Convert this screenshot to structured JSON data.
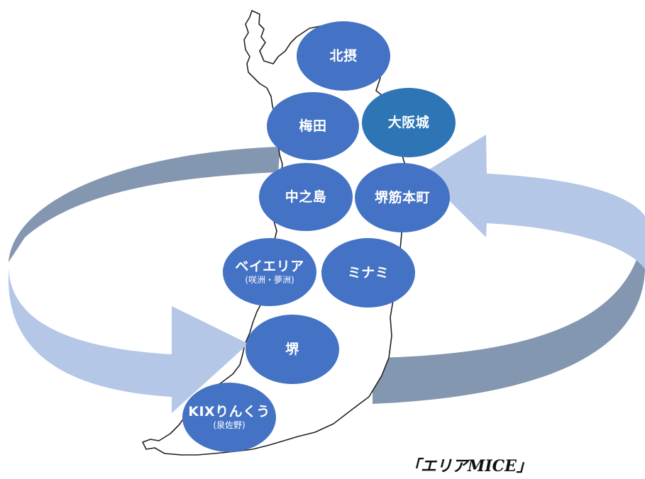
{
  "colors": {
    "bubble_fill": "#4472c4",
    "bubble_highlight": "#2e75b6",
    "arrow_light": "#b4c7e7",
    "arrow_dark": "#8497b0",
    "map_outline": "#222222"
  },
  "areas": {
    "hokusetsu": {
      "label": "北摂"
    },
    "umeda": {
      "label": "梅田"
    },
    "osakajo": {
      "label": "大阪城"
    },
    "nakanoshima": {
      "label": "中之島"
    },
    "sakaisuji": {
      "label": "堺筋本町"
    },
    "bayarea": {
      "label": "ベイエリア",
      "sublabel": "(咲洲・夢洲)"
    },
    "minami": {
      "label": "ミナミ"
    },
    "sakai": {
      "label": "堺"
    },
    "kix": {
      "label": "KIXりんくう",
      "sublabel": "(泉佐野)"
    }
  },
  "caption": "｢エリアMICE｣"
}
